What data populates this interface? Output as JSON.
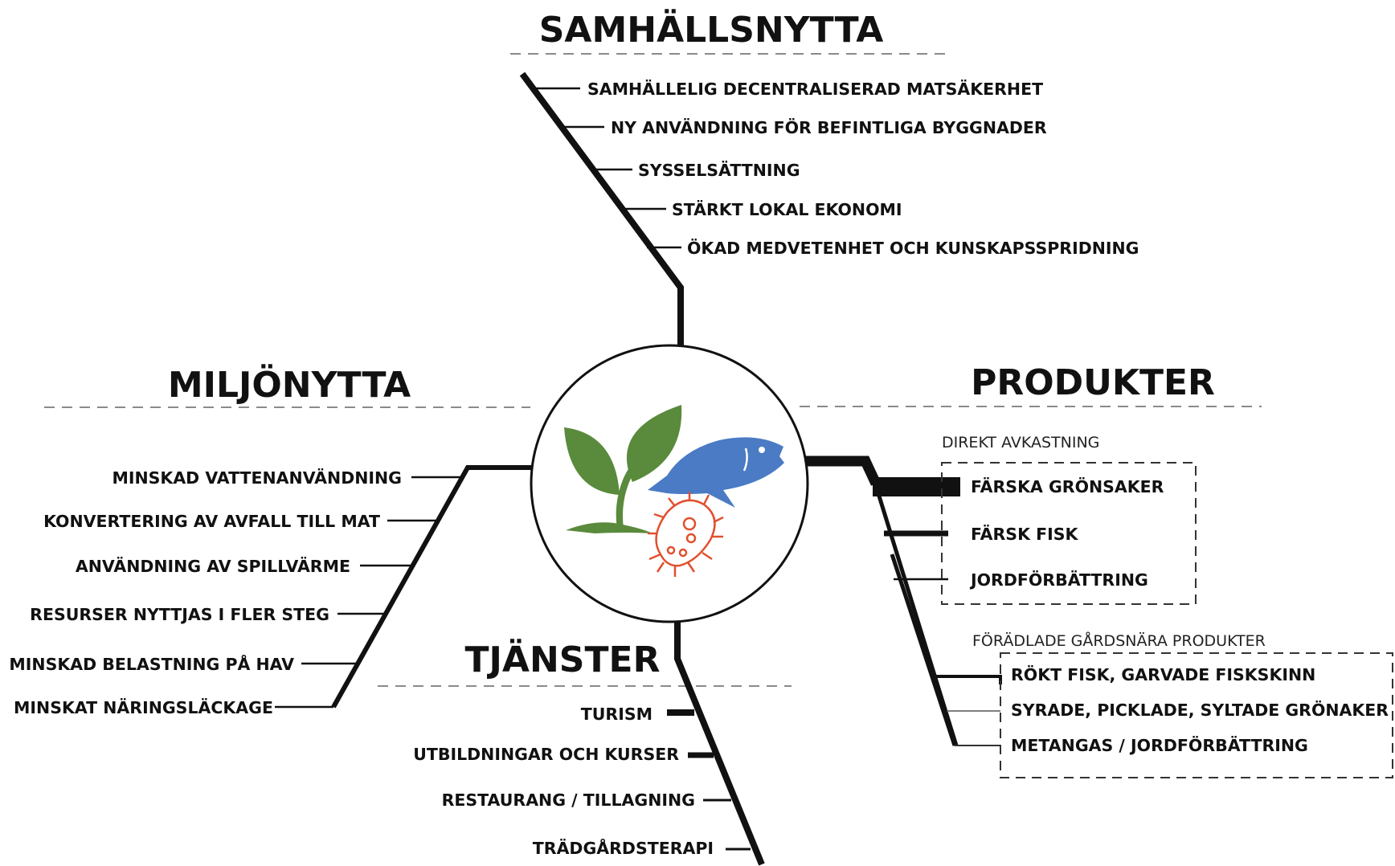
{
  "center": {
    "icon": "plant-fish-bacteria-icon"
  },
  "colors": {
    "plant": "#5a8a3c",
    "fish": "#4a7bc4",
    "bacteria": "#e0502e"
  },
  "samhallsnytta": {
    "title": "SAMHÄLLSNYTTA",
    "items": [
      "SAMHÄLLELIG DECENTRALISERAD MATSÄKERHET",
      "NY ANVÄNDNING FÖR BEFINTLIGA BYGGNADER",
      "SYSSELSÄTTNING",
      "STÄRKT LOKAL EKONOMI",
      "ÖKAD MEDVETENHET OCH KUNSKAPSSPRIDNING"
    ]
  },
  "miljonytta": {
    "title": "MILJÖNYTTA",
    "items": [
      "MINSKAD VATTENANVÄNDNING",
      "KONVERTERING AV AVFALL TILL MAT",
      "ANVÄNDNING AV SPILLVÄRME",
      "RESURSER NYTTJAS I FLER STEG",
      "MINSKAD BELASTNING PÅ HAV",
      "MINSKAT NÄRINGSLÄCKAGE"
    ]
  },
  "produkter": {
    "title": "PRODUKTER",
    "direkt": {
      "label": "DIREKT AVKASTNING",
      "items": [
        "FÄRSKA GRÖNSAKER",
        "FÄRSK FISK",
        "JORDFÖRBÄTTRING"
      ]
    },
    "foradlade": {
      "label": "FÖRÄDLADE GÅRDSNÄRA PRODUKTER",
      "items": [
        "RÖKT FISK, GARVADE FISKSKINN",
        "SYRADE, PICKLADE, SYLTADE GRÖNAKER",
        "METANGAS / JORDFÖRBÄTTRING"
      ]
    }
  },
  "tjanster": {
    "title": "TJÄNSTER",
    "items": [
      "TURISM",
      "UTBILDNINGAR OCH KURSER",
      "RESTAURANG / TILLAGNING",
      "TRÄDGÅRDSTERAPI"
    ]
  }
}
